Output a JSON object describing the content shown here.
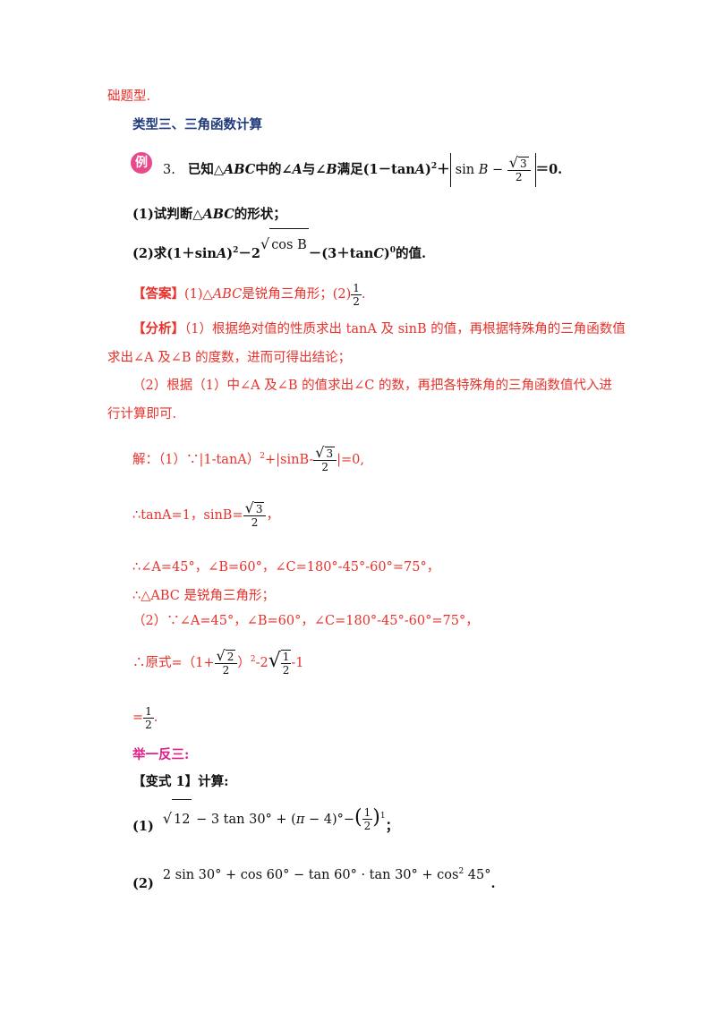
{
  "prev_tail": "础题型.",
  "section_title": "类型三、三角函数计算",
  "example": {
    "badge": "例",
    "number": "3.",
    "stem_a": "已知△",
    "stem_abc": "ABC",
    "stem_b": "中的∠",
    "stem_A": "A",
    "stem_c": "与∠",
    "stem_B": "B",
    "stem_d": "满足(1－tan",
    "stem_A2": "A",
    "stem_e": ")",
    "stem_sup": "2",
    "stem_f": "＋",
    "abs_sin": "sin",
    "abs_B": "B",
    "abs_minus": "−",
    "abs_num": "3",
    "abs_den": "2",
    "stem_g": "＝0.",
    "q1_a": "(1)试判断△",
    "q1_abc": "ABC",
    "q1_b": "的形状；",
    "q2_a": "(2)求(1＋sin",
    "q2_A": "A",
    "q2_b": ")",
    "q2_sup": "2",
    "q2_c": "－2",
    "q2_rad": "cos B",
    "q2_d": "－(3＋tan",
    "q2_C": "C",
    "q2_e": ")",
    "q2_sup0": "0",
    "q2_f": "的值."
  },
  "answer": {
    "label": "【答案】",
    "text_a": "(1)△",
    "abc": "ABC",
    "text_b": "是锐角三角形；(2)",
    "frac_num": "1",
    "frac_den": "2",
    "end": "."
  },
  "analysis": {
    "label": "【分析】",
    "line1": "（1）根据绝对值的性质求出 tanA 及 sinB 的值，再根据特殊角的三角函数值",
    "line2": "求出∠A 及∠B 的度数，进而可得出结论；",
    "line3": "（2）根据（1）中∠A 及∠B 的值求出∠C 的数，再把各特殊角的三角函数值代入进",
    "line4": "行计算即可."
  },
  "solution": {
    "s1_a": "解：（1）∵|1-tanA）",
    "s1_sup": "2",
    "s1_b": "+|sinB-",
    "s1_num": "3",
    "s1_den": "2",
    "s1_c": "|=0,",
    "s2_a": "∴tanA=1，sinB=",
    "s2_num": "3",
    "s2_den": "2",
    "s2_b": "，",
    "s3": "∴∠A=45°，∠B=60°，∠C=180°-45°-60°=75°，",
    "s4": "∴△ABC 是锐角三角形；",
    "s5": "（2）∵∠A=45°，∠B=60°，∠C=180°-45°-60°=75°，",
    "s6_a": "∴原式=（1+",
    "s6_num": "2",
    "s6_den": "2",
    "s6_b": "）",
    "s6_sup": "2",
    "s6_c": "-2",
    "s6_rnum": "1",
    "s6_rden": "2",
    "s6_d": "-1",
    "s7_a": "=",
    "s7_num": "1",
    "s7_den": "2",
    "s7_b": "."
  },
  "practice": {
    "title": "举一反三:",
    "variant_label": "【变式 1】计算:",
    "p1_label": "(1)",
    "p1_a": "12",
    "p1_b": " − 3 tan 30° + (",
    "p1_pi": "π",
    "p1_c": " − 4)°−",
    "p1_num": "1",
    "p1_den": "2",
    "p1_exp": "1",
    "p1_end": "；",
    "p2_label": "(2)",
    "p2_expr": "2 sin 30° + cos 60° − tan 60° · tan 30° + cos",
    "p2_sup": "2",
    "p2_tail": " 45°",
    "p2_end": "."
  }
}
